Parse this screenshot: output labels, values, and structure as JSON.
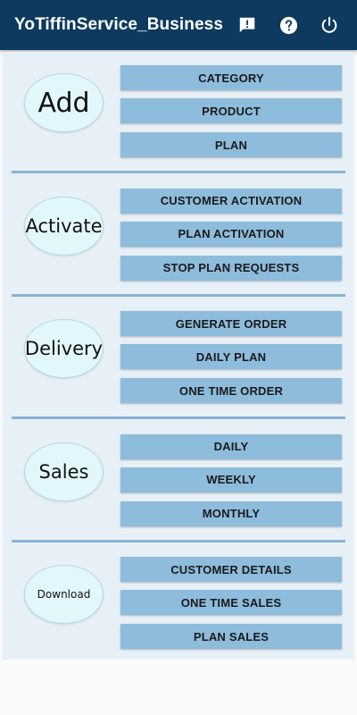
{
  "appbar": {
    "title": "YoTiffinService_Business",
    "background": "#0d3a5e"
  },
  "icons": {
    "feedback": "feedback-icon",
    "help": "help-icon",
    "power": "power-icon"
  },
  "sections": [
    {
      "id": "add",
      "label": "Add",
      "buttons": [
        "CATEGORY",
        "PRODUCT",
        "PLAN"
      ]
    },
    {
      "id": "activate",
      "label": "Activate",
      "buttons": [
        "CUSTOMER ACTIVATION",
        "PLAN ACTIVATION",
        "STOP PLAN REQUESTS"
      ]
    },
    {
      "id": "delivery",
      "label": "Delivery",
      "buttons": [
        "GENERATE ORDER",
        "DAILY PLAN",
        "ONE TIME ORDER"
      ]
    },
    {
      "id": "sales",
      "label": "Sales",
      "buttons": [
        "DAILY",
        "WEEKLY",
        "MONTHLY"
      ]
    },
    {
      "id": "download",
      "label": "Download",
      "buttons": [
        "CUSTOMER DETAILS",
        "ONE TIME SALES",
        "PLAN SALES"
      ]
    }
  ],
  "colors": {
    "button": "#8dbcdc",
    "bubble": "#e2f7fc",
    "panel": "#e8f0f7",
    "divider": "#8ab4d2"
  }
}
